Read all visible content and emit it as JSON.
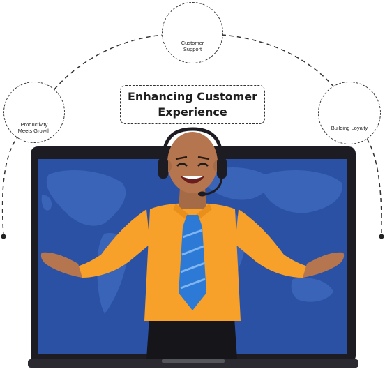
{
  "title": {
    "line1": "Enhancing Customer",
    "line2": "Experience"
  },
  "badges": {
    "support": {
      "label": "Customer\nSupport",
      "icon": "headset-icon",
      "accent": "#f6a21e"
    },
    "productivity": {
      "label": "Productivity\nMeets Growth",
      "icon": "growth-chart-icon",
      "accent": "#f6a21e"
    },
    "loyalty": {
      "label": "Building Loyalty",
      "icon": "handshake-icon",
      "accent": "#c98a57"
    }
  },
  "colors": {
    "screen": "#2a51a3",
    "map": "#3a64b8",
    "laptop": "#1c1c22",
    "shirt": "#f7a02a",
    "tie": "#2d7ad6",
    "skin": "#b5764f"
  }
}
